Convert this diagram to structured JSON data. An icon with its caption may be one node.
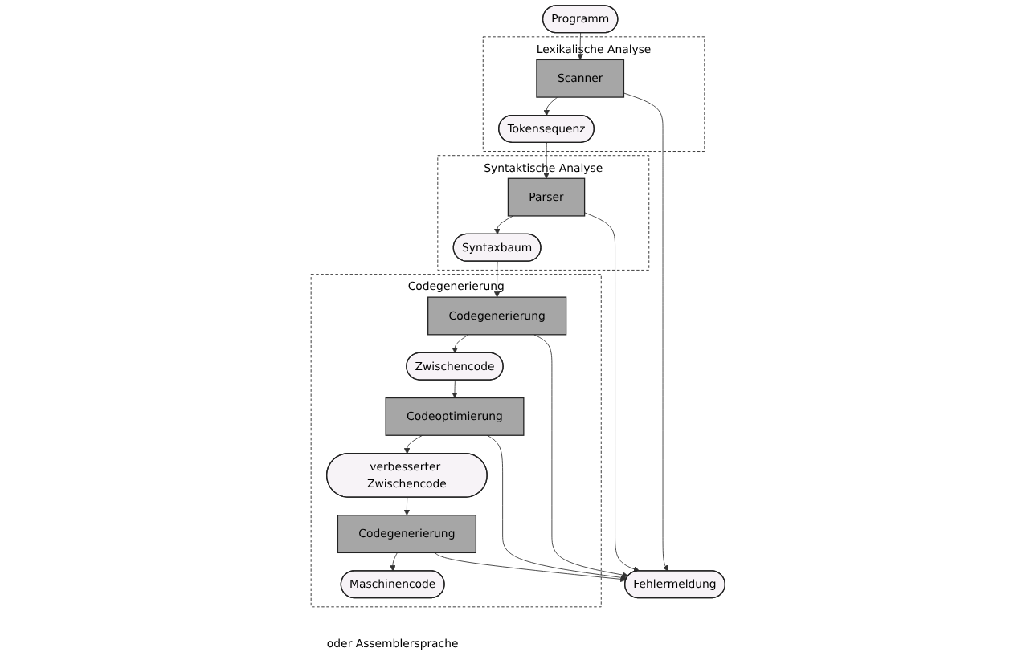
{
  "diagram": {
    "nodes": [
      {
        "text": [
          "Programm"
        ]
      },
      {
        "text": [
          "Lexikalische Analyse"
        ]
      },
      {
        "text": [
          "Scanner"
        ],
        "in": 1
      },
      {
        "text": [
          "Tokensequenz"
        ],
        "in": 1
      },
      {
        "text": [
          "Syntaktische Analyse"
        ]
      },
      {
        "text": [
          "Parser"
        ],
        "in": 4
      },
      {
        "text": [
          "Syntaxbaum"
        ],
        "in": 4
      },
      {
        "text": [
          "Codegenerierung"
        ]
      },
      {
        "text": [
          "Codegenerierung"
        ],
        "in": 7
      },
      {
        "text": [
          "Zwischencode"
        ],
        "in": 7
      },
      {
        "text": [
          "Codeoptimierung"
        ],
        "in": 7
      },
      {
        "text": [
          "verbesserter Zwischencode"
        ],
        "in": 7
      },
      {
        "text": [
          "Codegenerierung"
        ],
        "in": 7
      },
      {
        "text": [
          "Maschinencode"
        ],
        "in": 7,
        "beside": [
          "oder Assemblersprache"
        ]
      },
      {
        "text": [
          "Fehlermeldung"
        ]
      }
    ],
    "edges": [
      {
        "from": 0,
        "to": 2,
        "arrow": "to"
      },
      {
        "from": 2,
        "to": 3,
        "arrow": "to"
      },
      {
        "from": 3,
        "to": 5,
        "arrow": "to"
      },
      {
        "from": 5,
        "to": 6,
        "arrow": "to"
      },
      {
        "from": 6,
        "to": 8,
        "arrow": "to"
      },
      {
        "from": 8,
        "to": 9,
        "arrow": "to"
      },
      {
        "from": 9,
        "to": 10,
        "arrow": "to"
      },
      {
        "from": 10,
        "to": 11,
        "arrow": "to"
      },
      {
        "from": 11,
        "to": 12,
        "arrow": "to"
      },
      {
        "from": 12,
        "to": 13,
        "arrow": "to"
      },
      {
        "from": 2,
        "to": 14,
        "arrow": "to"
      },
      {
        "from": 5,
        "to": 14,
        "arrow": "to"
      },
      {
        "from": 8,
        "to": 14,
        "arrow": "to"
      },
      {
        "from": 10,
        "to": 14,
        "arrow": "to"
      },
      {
        "from": 12,
        "to": 14,
        "arrow": "to"
      }
    ]
  }
}
